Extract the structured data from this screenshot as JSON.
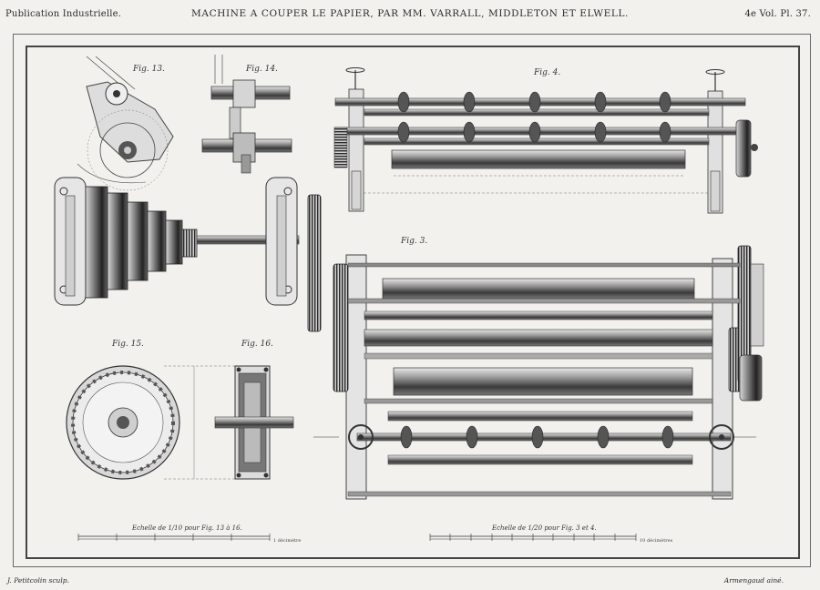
{
  "header": {
    "left": "Publication Industrielle.",
    "center": "MACHINE A COUPER LE PAPIER, PAR MM. VARRALL, MIDDLETON ET ELWELL.",
    "right": "4e Vol. Pl. 37."
  },
  "figures": {
    "fig13": "Fig. 13.",
    "fig14": "Fig. 14.",
    "fig4": "Fig. 4.",
    "fig3": "Fig. 3.",
    "fig15": "Fig. 15.",
    "fig16": "Fig. 16."
  },
  "scales": {
    "left": "Echelle de 1/10 pour Fig. 13 à 16.",
    "left_unit": "1 décimètre",
    "right": "Echelle de 1/20 pour Fig. 3 et 4.",
    "right_unit": "10 décimètres"
  },
  "footer": {
    "left": "J. Petitcolin sculp.",
    "right": "Armengaud ainé."
  }
}
